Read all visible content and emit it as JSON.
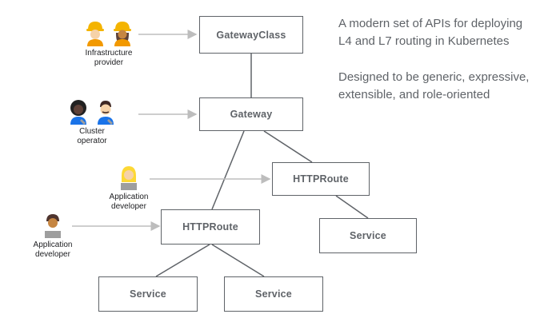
{
  "roles": {
    "infrastructure_provider": {
      "line1": "Infrastructure",
      "line2": "provider"
    },
    "cluster_operator": {
      "line1": "Cluster",
      "line2": "operator"
    },
    "app_developer_1": {
      "line1": "Application",
      "line2": "developer"
    },
    "app_developer_2": {
      "line1": "Application",
      "line2": "developer"
    }
  },
  "nodes": {
    "gatewayclass": "GatewayClass",
    "gateway": "Gateway",
    "httproute_right": "HTTPRoute",
    "httproute_left": "HTTPRoute",
    "service_right": "Service",
    "service_bottom_left": "Service",
    "service_bottom_right": "Service"
  },
  "description": {
    "p1_line1": "A modern set of APIs for deploying",
    "p1_line2": "L4 and L7 routing in Kubernetes",
    "p2_line1": "Designed to be generic, expressive,",
    "p2_line2": "extensible, and role-oriented"
  },
  "colors": {
    "box_border": "#5f6368",
    "text": "#5f6368",
    "connector": "#5f6368",
    "arrow": "#bdbdbd"
  }
}
